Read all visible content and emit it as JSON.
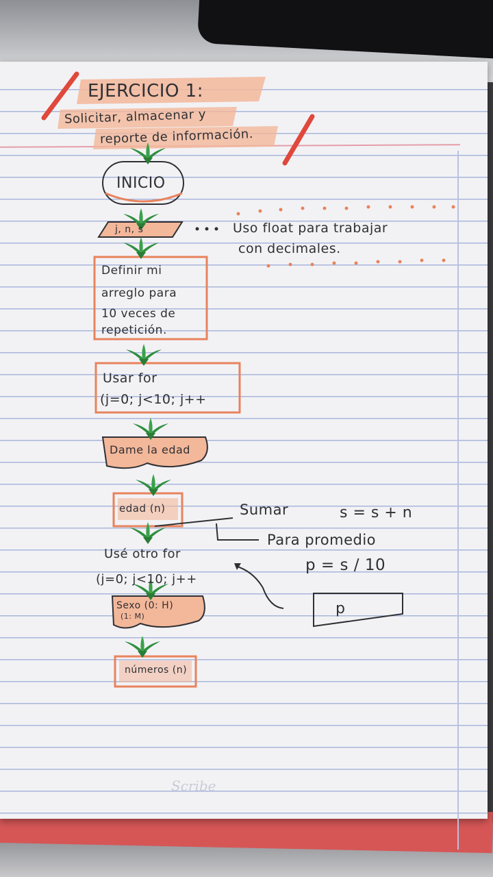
{
  "title": "EJERCICIO 1:",
  "subtitle_line1": "Solicitar, almacenar y",
  "subtitle_line2": "reporte de información.",
  "start": "INICIO",
  "vars_label": "j, n, s",
  "note_float_line1": "Uso float para trabajar",
  "note_float_line2": "con decimales.",
  "process1": [
    "Definir mi",
    "arreglo para",
    "10 veces de",
    "repetición."
  ],
  "process2": [
    "Usar for",
    "(j=0; j<10; j++"
  ],
  "display_edad": "Dame la edad",
  "input_edad": "edad (n)",
  "sumar_label": "Sumar",
  "sumar_formula": "s = s + n",
  "promedio_label": "Para promedio",
  "promedio_formula": "p = s / 10",
  "loop2": [
    "Usé otro for",
    "(j=0; j<10; j++"
  ],
  "sexo_display": [
    "Sexo (0: H)",
    "(1: M)"
  ],
  "input_numeros": "números (n)",
  "output_p": "p",
  "watermark": "Scribe",
  "colors": {
    "ink": "#2f3034",
    "orange_marker": "#e8835c",
    "orange_highlight": "#f3b79a",
    "red_marker": "#e0483c",
    "green_arrow": "#2f8f3e",
    "rule_lines": "#a9b6da",
    "paper": "#f2f2f5"
  }
}
